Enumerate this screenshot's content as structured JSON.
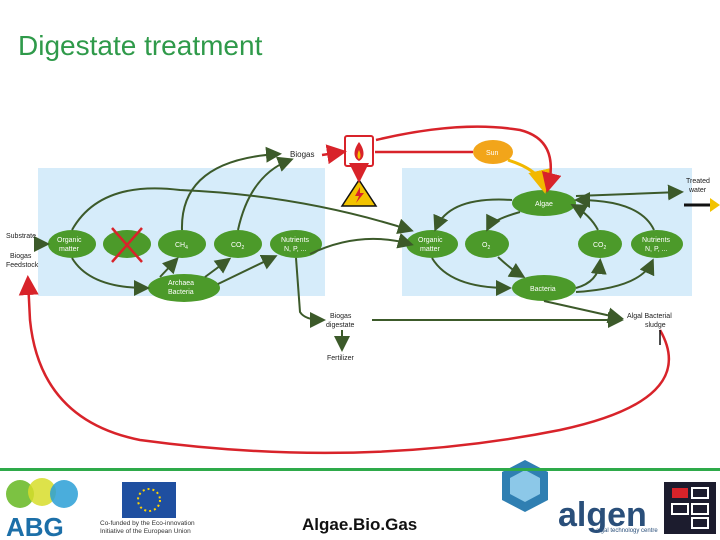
{
  "title": "Digestate treatment",
  "nodes": {
    "biogas": "Biogas",
    "sun": "Sun",
    "treated_water": "Treated water",
    "algae": "Algae",
    "substrate": "Substrate",
    "biogas_feedstock": "Biogas Feedstock",
    "organic_matter_left": "Organic matter",
    "ch4": "CH4",
    "co2_left": "CO2",
    "nutrients_left": "Nutrients N, P, ...",
    "archaea_bacteria": "Archaea Bacteria",
    "organic_matter_right": "Organic matter",
    "o2": "O2",
    "co2_right": "CO2",
    "nutrients_right": "Nutrients N, P, ...",
    "bacteria": "Bacteria",
    "biogas_digestate": "Biogas digestate",
    "algal_bacterial_sludge": "Algal Bacterial sludge",
    "fertilizer": "Fertilizer"
  },
  "footer": {
    "project_name": "Algae.Bio.Gas",
    "abg_logo": "ABG",
    "eu_text": "Co-funded by the Eco-innovation Initiative of the European Union",
    "algen_logo": "algen",
    "algen_sub": "algal technology centre"
  },
  "colors": {
    "title": "#2f9a4a",
    "reactor_fill": "#d6ecfa",
    "green_node": "#4c9a2a",
    "red_arrow": "#d8232a",
    "yellow_arrow": "#f2b800",
    "dark_arrow": "#3c5a2a",
    "footer_line": "#2eaa4a"
  }
}
